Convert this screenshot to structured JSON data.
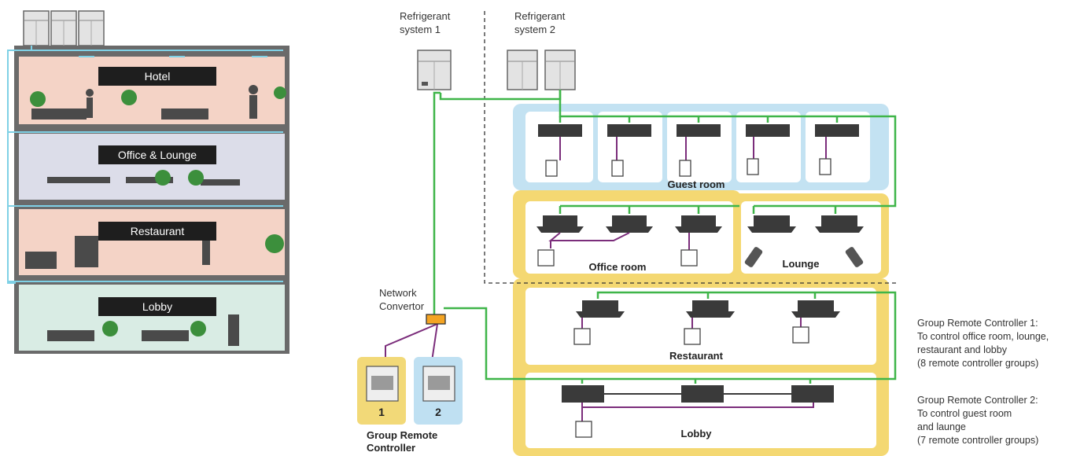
{
  "building": {
    "floors": [
      {
        "label": "Hotel"
      },
      {
        "label": "Office & Lounge"
      },
      {
        "label": "Restaurant"
      },
      {
        "label": "Lobby"
      }
    ]
  },
  "systems": {
    "system1_label": "Refrigerant\nsystem 1",
    "system2_label": "Refrigerant\nsystem 2"
  },
  "network": {
    "label": "Network\nConvertor"
  },
  "controllers": {
    "caption": "Group Remote\nController",
    "items": [
      {
        "number": "1",
        "color": "#f2d978"
      },
      {
        "number": "2",
        "color": "#bfe0f2"
      }
    ]
  },
  "zones": {
    "guest_room": "Guest room",
    "office_room": "Office room",
    "lounge": "Lounge",
    "restaurant": "Restaurant",
    "lobby": "Lobby"
  },
  "notes": {
    "controller1": "Group Remote Controller 1:\nTo control office room, lounge,\nrestaurant and lobby\n(8 remote controller groups)",
    "controller2": "Group Remote Controller 2:\nTo control guest room\nand launge\n(7 remote controller groups)"
  },
  "colors": {
    "refrigerant_line": "#3fb549",
    "control_wire": "#7b2d7b",
    "guest_zone": "#c3e2f2",
    "yellow_zone": "#f4d872",
    "pipe": "#7fd1e6"
  }
}
